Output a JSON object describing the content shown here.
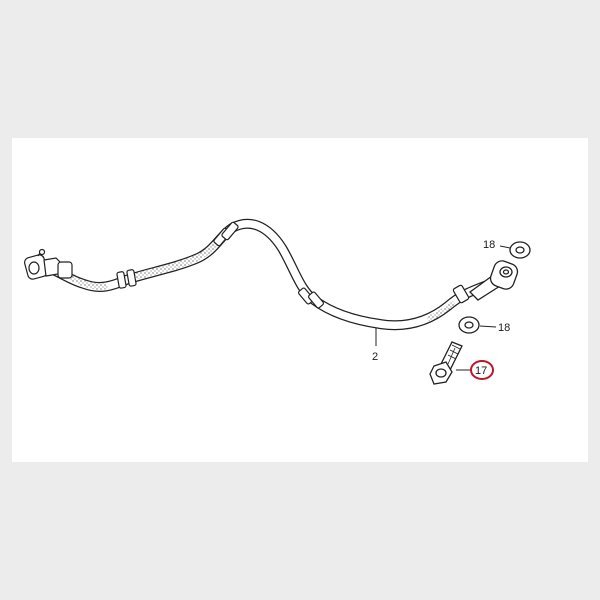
{
  "callouts": {
    "hose": "2",
    "washer_top": "18",
    "washer_bottom": "18",
    "bolt": "17"
  },
  "colors": {
    "line": "#222222",
    "highlight": "#c0142a",
    "paper": "#ffffff",
    "backdrop": "#ececec"
  }
}
